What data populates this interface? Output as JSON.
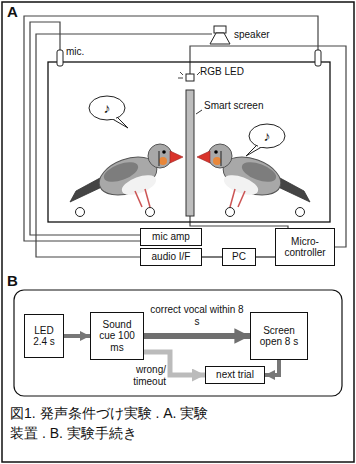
{
  "diagram": {
    "caption": "図1. 発声条件づけ実験 . A. 実験装置 . B. 実験手続き",
    "nodes": [
      {
        "text": [
          "♪"
        ]
      },
      {
        "text": [
          "♪"
        ]
      },
      {
        "text": [
          "mic amp"
        ]
      },
      {
        "text": [
          "audio I/F"
        ]
      },
      {
        "text": [
          "PC"
        ]
      },
      {
        "text": [
          "Micro-controller"
        ]
      },
      {
        "text": [
          "LED 2.4 s"
        ]
      },
      {
        "text": [
          "Sound cue 100 ms"
        ]
      },
      {
        "text": [
          "Screen open 8 s"
        ]
      },
      {
        "text": [
          "next trial"
        ]
      }
    ],
    "edges": [
      {
        "from": 3,
        "to": 4,
        "arrow": "none"
      },
      {
        "from": 4,
        "to": 5,
        "arrow": "none"
      },
      {
        "from": 6,
        "to": 7,
        "arrow": "to"
      },
      {
        "from": 7,
        "to": 8,
        "label": "correct vocal within 8 s",
        "arrow": "to"
      },
      {
        "from": 7,
        "to": 9,
        "label": "wrong/ timeout",
        "arrow": "to"
      },
      {
        "from": 8,
        "to": 9,
        "arrow": "to"
      }
    ],
    "labels": [
      "A",
      "mic.",
      "speaker",
      "RGB LED",
      "Smart screen",
      "B"
    ]
  }
}
